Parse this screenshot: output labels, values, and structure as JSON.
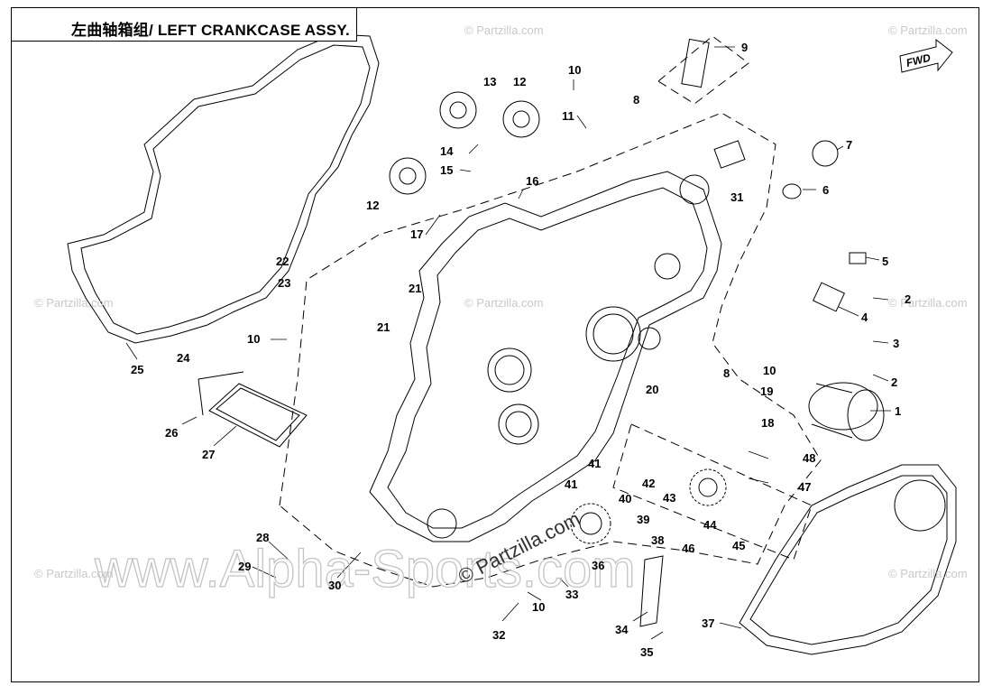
{
  "title": "左曲轴箱组/ LEFT CRANKCASE ASSY.",
  "fwd_label": "FWD",
  "watermark_small": "© Partzilla.com",
  "watermark_center": "© Partzilla.com",
  "watermark_big": "www.Alpha-Sports.com",
  "part_labels": [
    "1",
    "2",
    "2",
    "3",
    "4",
    "5",
    "6",
    "7",
    "8",
    "8",
    "9",
    "10",
    "10",
    "10",
    "10",
    "11",
    "12",
    "12",
    "13",
    "14",
    "15",
    "16",
    "17",
    "18",
    "19",
    "20",
    "21",
    "21",
    "22",
    "23",
    "24",
    "25",
    "26",
    "27",
    "28",
    "29",
    "30",
    "31",
    "32",
    "33",
    "34",
    "35",
    "36",
    "37",
    "38",
    "39",
    "40",
    "41",
    "41",
    "42",
    "43",
    "44",
    "45",
    "46",
    "47",
    "48"
  ],
  "colors": {
    "line": "#000000",
    "watermark": "#c4c4c4",
    "background": "#ffffff"
  }
}
